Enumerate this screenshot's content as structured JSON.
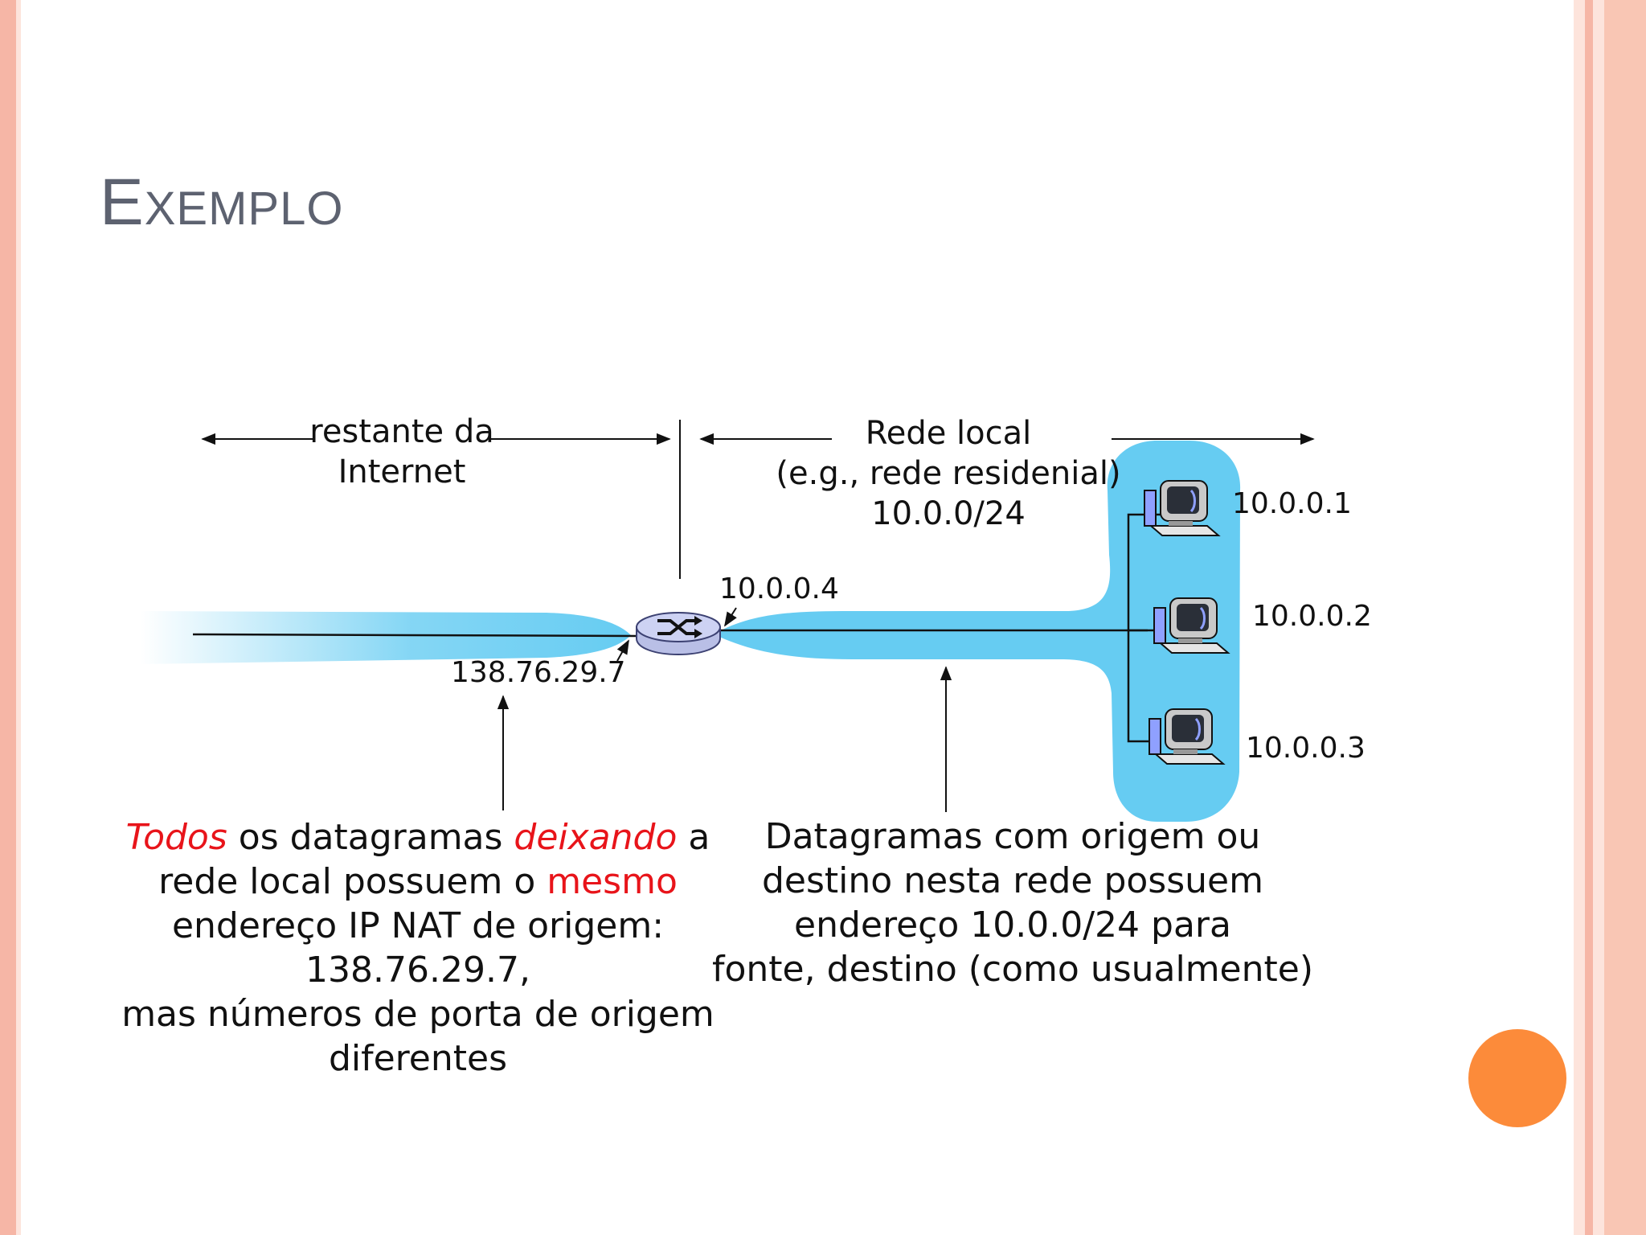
{
  "slide": {
    "title_first": "E",
    "title_rest": "XEMPLO"
  },
  "colors": {
    "cloud": "#66ccf2",
    "highlight": "#e8141a",
    "title": "#5d6270",
    "border_outer": "#f6b6a6",
    "accent_dot": "#fc8b3a"
  },
  "labels": {
    "internet_line1": "restante da",
    "internet_line2": "Internet",
    "local_line1": "Rede local",
    "local_line2": "(e.g., rede residenial)",
    "local_line3": "10.0.0/24",
    "router_public_ip": "138.76.29.7",
    "router_private_ip": "10.0.0.4",
    "host1_ip": "10.0.0.1",
    "host2_ip": "10.0.0.2",
    "host3_ip": "10.0.0.3"
  },
  "captions": {
    "left": {
      "w1": "Todos",
      "w2": " os datagramas ",
      "w3": "deixando",
      "w4": " a",
      "w5": "rede local possuem o ",
      "w6": "mesmo",
      "line3": "endereço IP NAT de origem:",
      "line4": "138.76.29.7,",
      "line5": "mas números de porta de origem",
      "line6": "diferentes"
    },
    "right": {
      "line1": "Datagramas com origem ou",
      "line2": "destino nesta rede possuem",
      "line3": "endereço 10.0.0/24 para",
      "line4": "fonte, destino (como usualmente)"
    }
  },
  "icons": {
    "router": "router-icon",
    "host": "desktop-computer-icon",
    "decor": "orange-circle"
  }
}
